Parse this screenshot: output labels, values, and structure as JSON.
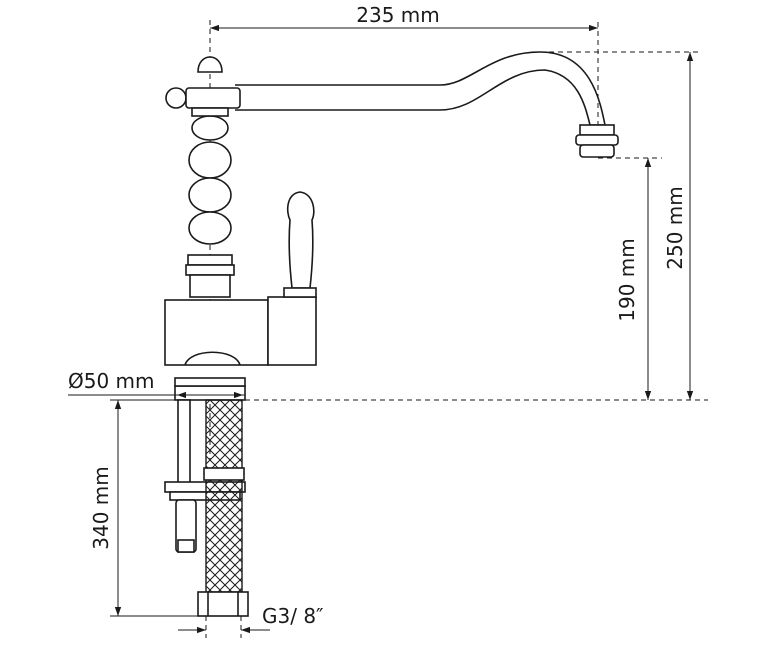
{
  "dimensions": {
    "spout_reach": "235 mm",
    "total_height": "250 mm",
    "spout_height": "190 mm",
    "base_diameter": "Ø50 mm",
    "hose_length": "340 mm",
    "connection_thread": "G3/ 8″"
  }
}
